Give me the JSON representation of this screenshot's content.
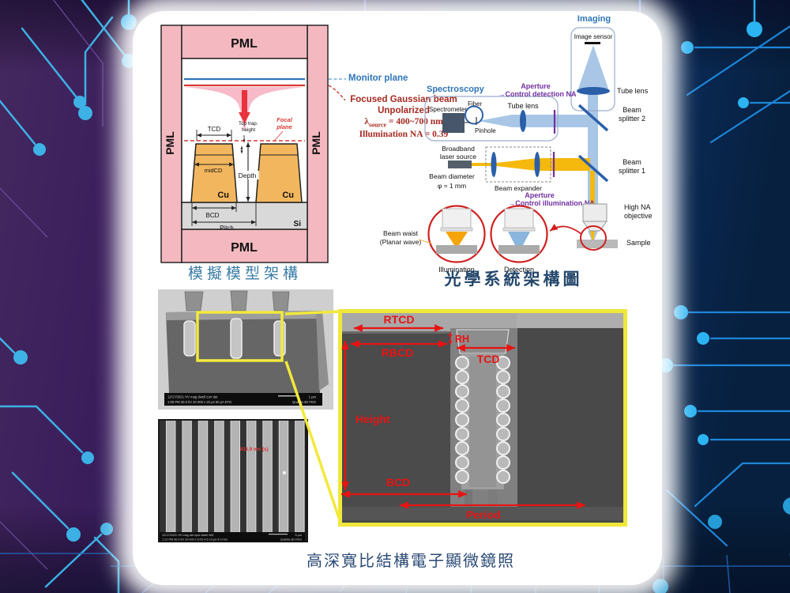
{
  "captions": {
    "model": "模擬模型架構",
    "optics": "光學系統架構圖",
    "sem": "高深寬比結構電子顯微鏡照"
  },
  "model": {
    "pml": "PML",
    "monitor_plane": "Monitor plane",
    "beam_label": "Focused Gaussian beam",
    "beam_pol": "Unpolarized",
    "lambda_sym": "λ",
    "lambda_sub": "source",
    "lambda_rest": " = 400~700 nm",
    "beam_na": "Illumination NA = 0.39",
    "focal_1": "Focal",
    "focal_2": "plane",
    "tcd": "TCD",
    "top_trap_1": "Top trap.",
    "top_trap_2": "height",
    "midcd": "midCD",
    "depth": "Depth",
    "cu": "Cu",
    "bcd": "BCD",
    "pitch": "Pitch",
    "si": "Si"
  },
  "optics": {
    "imaging": "Imaging",
    "image_sensor": "Image sensor",
    "tube_lens": "Tube lens",
    "bs2_1": "Beam",
    "bs2_2": "splitter 2",
    "bs1_1": "Beam",
    "bs1_2": "splitter 1",
    "spectroscopy": "Spectroscopy",
    "spectrometer": "Spectrometer",
    "fiber": "Fiber",
    "pinhole": "Pinhole",
    "tube_lens2": "Tube lens",
    "ap_det_1": "Aperture",
    "ap_det_2": "→Control detection NA",
    "broadband_1": "Broadband",
    "broadband_2": "laser source",
    "beam_dia_1": "Beam diameter",
    "beam_dia_2": "φ ≈ 1 mm",
    "beam_expander": "Beam expander",
    "ap_ill_1": "Aperture",
    "ap_ill_2": "→Control illumination NA",
    "high_na_1": "High NA",
    "high_na_2": "objective",
    "sample": "Sample",
    "beam_waist_1": "Beam waist",
    "beam_waist_2": "(Planar wave)",
    "illumination": "Illumination",
    "detection": "Detection"
  },
  "sem1": {
    "info_line1": "12/17/2021   HV   mag    dwell   curr   det",
    "info_line2": "1:08 PM  30.0 kV  20 000 x  20 μs  50 pA  ETD",
    "scale": "1 μm",
    "vendor": "Quanta 3D FEG"
  },
  "sem2": {
    "measure": "811.9 nm (s)",
    "info_line1": "12/17/2021   HV   mag    det   spot   dwell   WD",
    "info_line2": "1:12 PM  30.0 kV  20 000 x  ETD  4.5  10 μs  4.0 mm",
    "scale": "5 μm",
    "vendor": "Quanta 3D FEG"
  },
  "semzoom": {
    "rtcd": "RTCD",
    "rh": "RH",
    "rbcd": "RBCD",
    "tcd": "TCD",
    "height": "Height",
    "bcd": "BCD",
    "period": "Period"
  },
  "colors": {
    "annotation_red": "#e81313",
    "highlight_yellow": "#f2e93c",
    "pml_pink": "#f4b9c0",
    "cu_orange": "#f2b75e",
    "beam_yellow": "#f5b90d",
    "beam_blue": "#a9c6e6",
    "lens_blue": "#2b5fa8",
    "aperture_purple": "#7030a0",
    "monitor_blue": "#2e75b6",
    "beam_text_red": "#a52a21",
    "caption_teal": "#3a7ca5"
  }
}
